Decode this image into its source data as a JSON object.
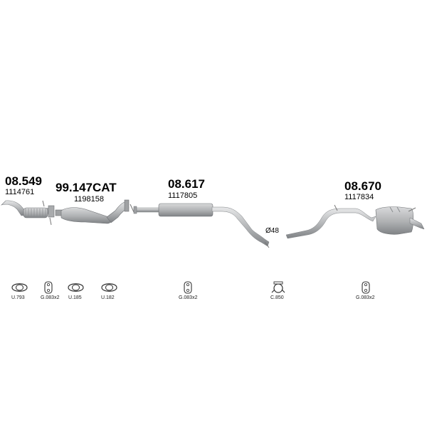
{
  "parts": [
    {
      "code": "08.549",
      "oem": "1114761"
    },
    {
      "code": "99.147CAT",
      "oem": "1198158"
    },
    {
      "code": "08.617",
      "oem": "1117805"
    },
    {
      "code": "08.670",
      "oem": "1117834"
    }
  ],
  "diameter_label": "Ø48",
  "accessories": [
    {
      "code": "U.793",
      "icon": "flange-gasket-icon"
    },
    {
      "code": "G.083x2",
      "icon": "rubber-mount-icon"
    },
    {
      "code": "U.185",
      "icon": "flange-gasket-icon"
    },
    {
      "code": "U.182",
      "icon": "flange-gasket-icon"
    },
    {
      "code": "G.083x2",
      "icon": "rubber-mount-icon"
    },
    {
      "code": "C.850",
      "icon": "clamp-icon"
    },
    {
      "code": "G.083x2",
      "icon": "rubber-mount-icon"
    }
  ],
  "colors": {
    "metal": "#b9bbbd",
    "metal_dark": "#7e8184",
    "text": "#000000"
  }
}
